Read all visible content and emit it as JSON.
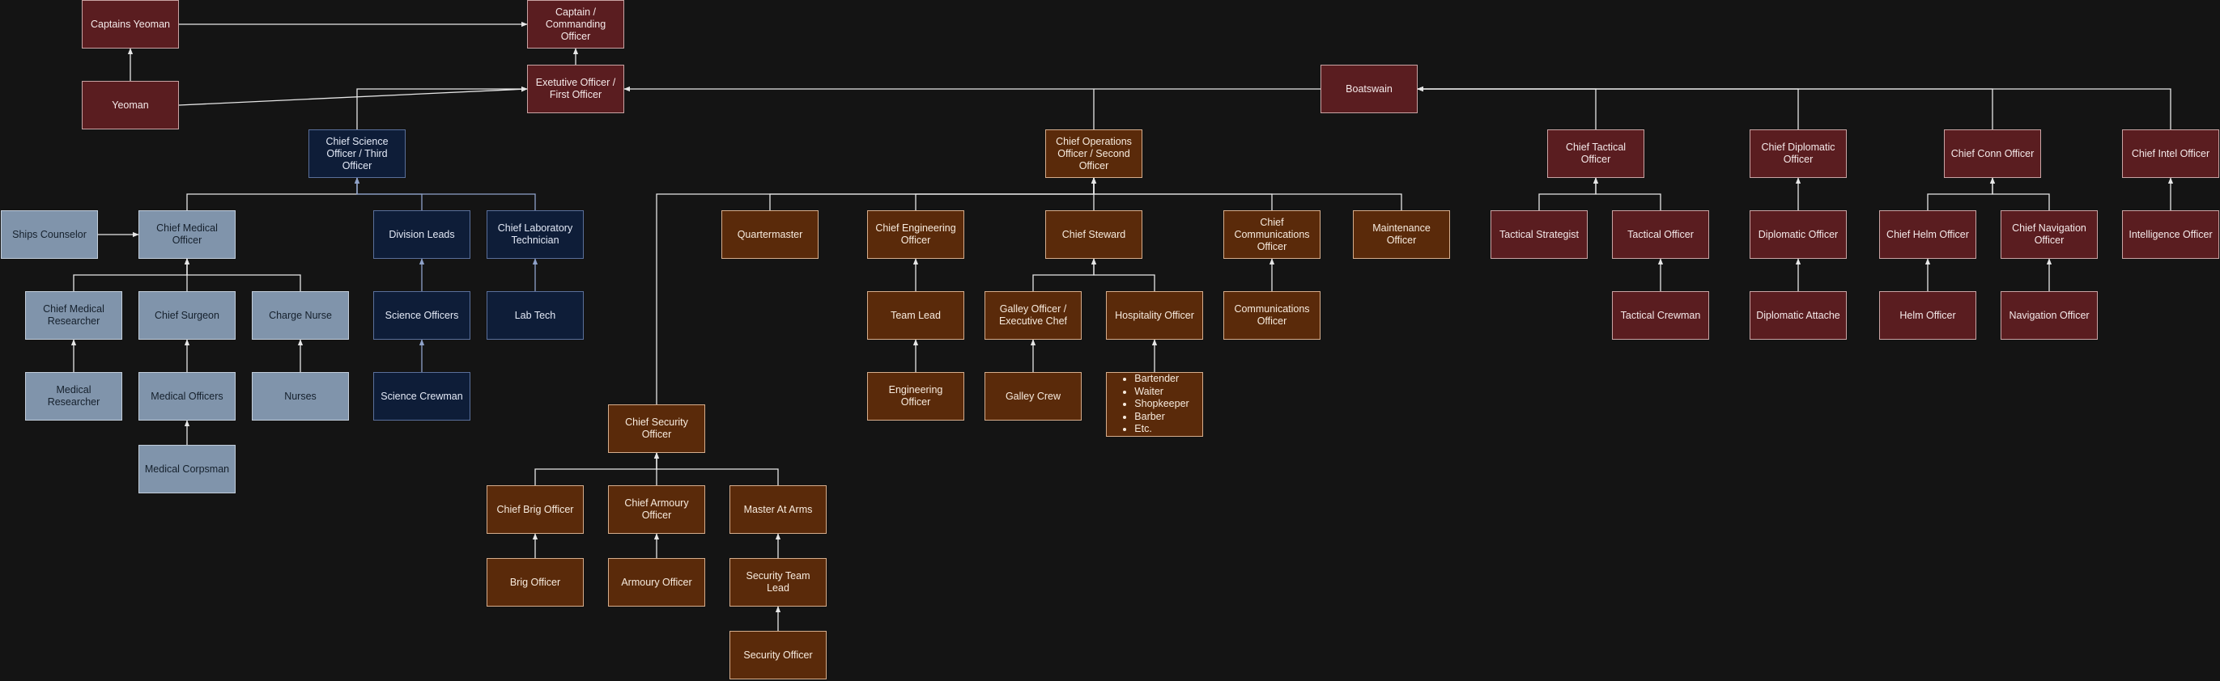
{
  "colors": {
    "background": "#141414",
    "command_red": "#5a1d20",
    "science_navy": "#0e1d38",
    "medical_steel": "#8094ab",
    "operations_brown": "#5a2a0a",
    "connector_light": "#e6e6e6",
    "connector_blue": "#8fa2c9"
  },
  "nodes": [
    {
      "id": "captains_yeoman",
      "text": "Captains Yeoman"
    },
    {
      "id": "captain",
      "text": "Captain / Commanding Officer"
    },
    {
      "id": "yeoman",
      "text": "Yeoman"
    },
    {
      "id": "xo",
      "text": "Exetutive Officer / First Officer"
    },
    {
      "id": "boatswain",
      "text": "Boatswain"
    },
    {
      "id": "chief_science",
      "text": "Chief Science Officer / Third Officer"
    },
    {
      "id": "chief_ops",
      "text": "Chief Operations Officer / Second Officer"
    },
    {
      "id": "chief_tactical",
      "text": "Chief Tactical Officer"
    },
    {
      "id": "chief_diplomatic",
      "text": "Chief Diplomatic Officer"
    },
    {
      "id": "chief_conn",
      "text": "Chief Conn Officer"
    },
    {
      "id": "chief_intel",
      "text": "Chief Intel Officer"
    },
    {
      "id": "ships_counselor",
      "text": "Ships Counselor"
    },
    {
      "id": "chief_medical",
      "text": "Chief Medical Officer"
    },
    {
      "id": "division_leads",
      "text": "Division Leads"
    },
    {
      "id": "chief_lab",
      "text": "Chief Laboratory Technician"
    },
    {
      "id": "quartermaster",
      "text": "Quartermaster"
    },
    {
      "id": "chief_engineering",
      "text": "Chief Engineering Officer"
    },
    {
      "id": "chief_steward",
      "text": "Chief  Steward"
    },
    {
      "id": "chief_comms",
      "text": "Chief Communications Officer"
    },
    {
      "id": "maintenance",
      "text": "Maintenance Officer"
    },
    {
      "id": "tactical_strategist",
      "text": "Tactical Strategist"
    },
    {
      "id": "tactical_officer",
      "text": "Tactical Officer"
    },
    {
      "id": "diplomatic_officer",
      "text": "Diplomatic Officer"
    },
    {
      "id": "chief_helm",
      "text": "Chief Helm Officer"
    },
    {
      "id": "chief_nav",
      "text": "Chief Navigation Officer"
    },
    {
      "id": "intelligence_officer",
      "text": "Intelligence Officer"
    },
    {
      "id": "chief_med_researcher",
      "text": "Chief Medical Researcher"
    },
    {
      "id": "chief_surgeon",
      "text": "Chief Surgeon"
    },
    {
      "id": "charge_nurse",
      "text": "Charge Nurse"
    },
    {
      "id": "science_officers",
      "text": "Science Officers"
    },
    {
      "id": "lab_tech",
      "text": "Lab Tech"
    },
    {
      "id": "team_lead",
      "text": "Team Lead"
    },
    {
      "id": "galley_officer",
      "text": "Galley  Officer / Executive Chef"
    },
    {
      "id": "hospitality_officer",
      "text": "Hospitality Officer"
    },
    {
      "id": "communications_officer",
      "text": "Communications Officer"
    },
    {
      "id": "tactical_crewman",
      "text": "Tactical Crewman"
    },
    {
      "id": "diplomatic_attache",
      "text": "Diplomatic Attache"
    },
    {
      "id": "helm_officer",
      "text": "Helm Officer"
    },
    {
      "id": "navigation_officer",
      "text": "Navigation Officer"
    },
    {
      "id": "medical_researcher",
      "text": "Medical Researcher"
    },
    {
      "id": "medical_officers",
      "text": "Medical Officers"
    },
    {
      "id": "nurses",
      "text": "Nurses"
    },
    {
      "id": "science_crewman",
      "text": "Science Crewman"
    },
    {
      "id": "engineering_officer",
      "text": "Engineering Officer"
    },
    {
      "id": "galley_crew",
      "text": "Galley Crew"
    },
    {
      "id": "hospitality_staff",
      "items": [
        "Bartender",
        "Waiter",
        "Shopkeeper",
        "Barber",
        "Etc."
      ]
    },
    {
      "id": "medical_corpsman",
      "text": "Medical Corpsman"
    },
    {
      "id": "chief_security",
      "text": "Chief Security Officer"
    },
    {
      "id": "chief_brig",
      "text": "Chief Brig Officer"
    },
    {
      "id": "chief_armoury",
      "text": "Chief Armoury Officer"
    },
    {
      "id": "master_at_arms",
      "text": "Master At Arms"
    },
    {
      "id": "brig_officer",
      "text": "Brig Officer"
    },
    {
      "id": "armoury_officer",
      "text": "Armoury Officer"
    },
    {
      "id": "security_team_lead",
      "text": "Security Team Lead"
    },
    {
      "id": "security_officer",
      "text": "Security Officer"
    }
  ],
  "edges": [
    [
      "captains_yeoman",
      "captain"
    ],
    [
      "yeoman",
      "captains_yeoman"
    ],
    [
      "xo",
      "captain"
    ],
    [
      "yeoman",
      "xo"
    ],
    [
      "chief_science",
      "xo"
    ],
    [
      "boatswain",
      "xo"
    ],
    [
      "chief_ops",
      "xo"
    ],
    [
      "chief_tactical",
      "boatswain"
    ],
    [
      "chief_diplomatic",
      "boatswain"
    ],
    [
      "chief_conn",
      "boatswain"
    ],
    [
      "chief_intel",
      "boatswain"
    ],
    [
      "ships_counselor",
      "chief_medical"
    ],
    [
      "chief_medical",
      "chief_science"
    ],
    [
      "division_leads",
      "chief_science"
    ],
    [
      "chief_lab",
      "chief_science"
    ],
    [
      "chief_med_researcher",
      "chief_medical"
    ],
    [
      "chief_surgeon",
      "chief_medical"
    ],
    [
      "charge_nurse",
      "chief_medical"
    ],
    [
      "medical_researcher",
      "chief_med_researcher"
    ],
    [
      "medical_officers",
      "chief_surgeon"
    ],
    [
      "nurses",
      "charge_nurse"
    ],
    [
      "medical_corpsman",
      "medical_officers"
    ],
    [
      "science_officers",
      "division_leads"
    ],
    [
      "science_crewman",
      "science_officers"
    ],
    [
      "lab_tech",
      "chief_lab"
    ],
    [
      "quartermaster",
      "chief_ops"
    ],
    [
      "chief_engineering",
      "chief_ops"
    ],
    [
      "chief_steward",
      "chief_ops"
    ],
    [
      "chief_comms",
      "chief_ops"
    ],
    [
      "maintenance",
      "chief_ops"
    ],
    [
      "chief_security",
      "chief_ops"
    ],
    [
      "team_lead",
      "chief_engineering"
    ],
    [
      "engineering_officer",
      "team_lead"
    ],
    [
      "galley_officer",
      "chief_steward"
    ],
    [
      "hospitality_officer",
      "chief_steward"
    ],
    [
      "galley_crew",
      "galley_officer"
    ],
    [
      "hospitality_staff",
      "hospitality_officer"
    ],
    [
      "communications_officer",
      "chief_comms"
    ],
    [
      "tactical_strategist",
      "chief_tactical"
    ],
    [
      "tactical_officer",
      "chief_tactical"
    ],
    [
      "tactical_crewman",
      "tactical_officer"
    ],
    [
      "diplomatic_officer",
      "chief_diplomatic"
    ],
    [
      "diplomatic_attache",
      "diplomatic_officer"
    ],
    [
      "chief_helm",
      "chief_conn"
    ],
    [
      "chief_nav",
      "chief_conn"
    ],
    [
      "helm_officer",
      "chief_helm"
    ],
    [
      "navigation_officer",
      "chief_nav"
    ],
    [
      "intelligence_officer",
      "chief_intel"
    ],
    [
      "chief_brig",
      "chief_security"
    ],
    [
      "chief_armoury",
      "chief_security"
    ],
    [
      "master_at_arms",
      "chief_security"
    ],
    [
      "brig_officer",
      "chief_brig"
    ],
    [
      "armoury_officer",
      "chief_armoury"
    ],
    [
      "security_team_lead",
      "master_at_arms"
    ],
    [
      "security_officer",
      "security_team_lead"
    ]
  ]
}
